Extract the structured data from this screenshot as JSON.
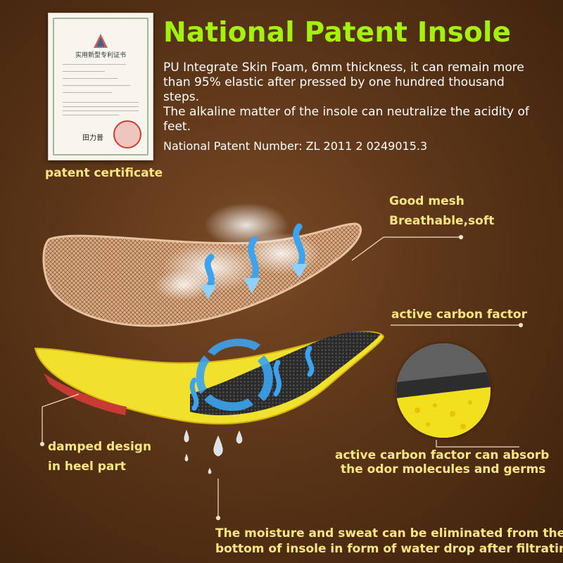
{
  "headline": "National Patent Insole",
  "description": [
    "PU Integrate Skin Foam, 6mm thickness, it can remain more than 95% elastic after pressed by one hundred thousand steps.",
    "The alkaline matter of the insole can neutralize the acidity of feet."
  ],
  "patent_number": "National Patent Number: ZL  2011 2 0249015.3",
  "certificate": {
    "caption": "patent certificate",
    "title": "实用新型专利证书"
  },
  "labels": {
    "mesh_title": "Good mesh",
    "mesh_sub": "Breathable,soft",
    "carbon_title": "active carbon factor",
    "heel_line1": "damped design",
    "heel_line2": "in heel part",
    "absorb_line1": "active carbon factor can absorb",
    "absorb_line2": "the odor molecules and germs",
    "moisture_line1": "The moisture and sweat can be eliminated from the",
    "moisture_line2": "bottom of insole in form of water drop after filtrating."
  },
  "colors": {
    "headline": "#a4f20c",
    "label": "#ffe680",
    "arrow": "#3ba3f0",
    "insole_foam": "#f1e12c"
  }
}
